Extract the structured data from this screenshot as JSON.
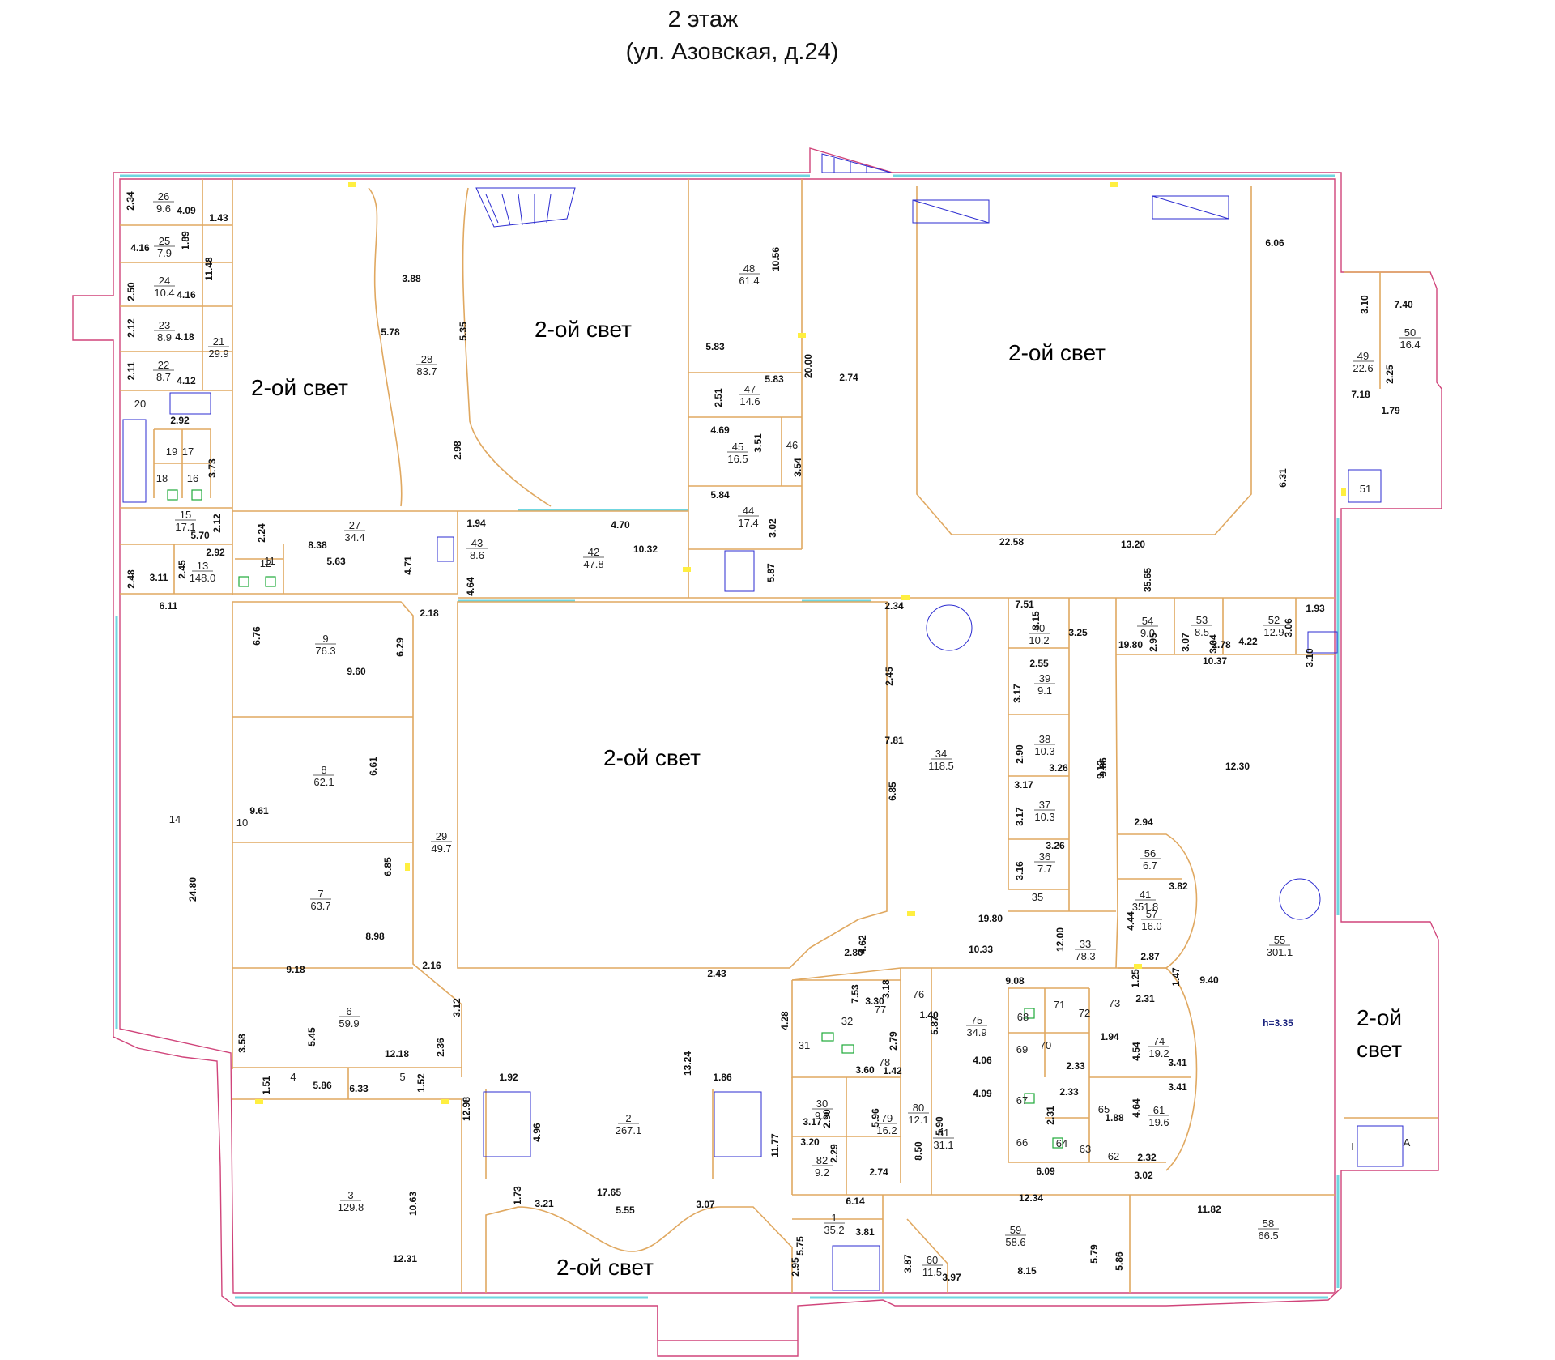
{
  "title": {
    "line1": "2 этаж",
    "line2": "(ул. Азовская, д.24)"
  },
  "double_height_label": "2-ой свет",
  "double_height_label_split": [
    "2-ой",
    "свет"
  ],
  "ceiling_height": "h=3.35",
  "entrance_labels": [
    "I",
    "A"
  ],
  "colors": {
    "walls": "#e0a860",
    "outer_contour": "#d0447a",
    "glazing": "#6fd6e0",
    "stairs": "#2b2bd0",
    "sanitary": "#1faa3a",
    "doors": "#ffef40"
  },
  "rooms": [
    {
      "no": "1",
      "area": "35.2"
    },
    {
      "no": "2",
      "area": "267.1"
    },
    {
      "no": "3",
      "area": "129.8"
    },
    {
      "no": "4",
      "area": ""
    },
    {
      "no": "5",
      "area": ""
    },
    {
      "no": "6",
      "area": "59.9"
    },
    {
      "no": "7",
      "area": "63.7"
    },
    {
      "no": "8",
      "area": "62.1"
    },
    {
      "no": "9",
      "area": "76.3"
    },
    {
      "no": "10",
      "area": ""
    },
    {
      "no": "11",
      "area": ""
    },
    {
      "no": "12",
      "area": ""
    },
    {
      "no": "13",
      "area": "148.0"
    },
    {
      "no": "14",
      "area": ""
    },
    {
      "no": "15",
      "area": "17.1"
    },
    {
      "no": "16",
      "area": ""
    },
    {
      "no": "17",
      "area": ""
    },
    {
      "no": "18",
      "area": ""
    },
    {
      "no": "19",
      "area": ""
    },
    {
      "no": "20",
      "area": ""
    },
    {
      "no": "21",
      "area": "29.9"
    },
    {
      "no": "22",
      "area": "8.7"
    },
    {
      "no": "23",
      "area": "8.9"
    },
    {
      "no": "24",
      "area": "10.4"
    },
    {
      "no": "25",
      "area": "7.9"
    },
    {
      "no": "26",
      "area": "9.6"
    },
    {
      "no": "27",
      "area": "34.4"
    },
    {
      "no": "28",
      "area": "83.7"
    },
    {
      "no": "29",
      "area": "49.7"
    },
    {
      "no": "30",
      "area": "9.2"
    },
    {
      "no": "31",
      "area": ""
    },
    {
      "no": "32",
      "area": ""
    },
    {
      "no": "33",
      "area": "78.3"
    },
    {
      "no": "34",
      "area": "118.5"
    },
    {
      "no": "35",
      "area": ""
    },
    {
      "no": "36",
      "area": "7.7"
    },
    {
      "no": "37",
      "area": "10.3"
    },
    {
      "no": "38",
      "area": "10.3"
    },
    {
      "no": "39",
      "area": "9.1"
    },
    {
      "no": "40",
      "area": "10.2"
    },
    {
      "no": "41",
      "area": "351.8"
    },
    {
      "no": "42",
      "area": "47.8"
    },
    {
      "no": "43",
      "area": "8.6"
    },
    {
      "no": "44",
      "area": "17.4"
    },
    {
      "no": "45",
      "area": "16.5"
    },
    {
      "no": "46",
      "area": ""
    },
    {
      "no": "47",
      "area": "14.6"
    },
    {
      "no": "48",
      "area": "61.4"
    },
    {
      "no": "49",
      "area": "22.6"
    },
    {
      "no": "50",
      "area": "16.4"
    },
    {
      "no": "51",
      "area": ""
    },
    {
      "no": "52",
      "area": "12.9"
    },
    {
      "no": "53",
      "area": "8.5"
    },
    {
      "no": "54",
      "area": "9.0"
    },
    {
      "no": "55",
      "area": "301.1"
    },
    {
      "no": "56",
      "area": "6.7"
    },
    {
      "no": "57",
      "area": "16.0"
    },
    {
      "no": "58",
      "area": "66.5"
    },
    {
      "no": "59",
      "area": "58.6"
    },
    {
      "no": "60",
      "area": "11.5"
    },
    {
      "no": "61",
      "area": "19.6"
    },
    {
      "no": "62",
      "area": ""
    },
    {
      "no": "63",
      "area": ""
    },
    {
      "no": "64",
      "area": ""
    },
    {
      "no": "65",
      "area": ""
    },
    {
      "no": "66",
      "area": ""
    },
    {
      "no": "67",
      "area": ""
    },
    {
      "no": "68",
      "area": ""
    },
    {
      "no": "69",
      "area": ""
    },
    {
      "no": "70",
      "area": ""
    },
    {
      "no": "71",
      "area": ""
    },
    {
      "no": "72",
      "area": ""
    },
    {
      "no": "73",
      "area": ""
    },
    {
      "no": "74",
      "area": "19.2"
    },
    {
      "no": "75",
      "area": "34.9"
    },
    {
      "no": "76",
      "area": ""
    },
    {
      "no": "77",
      "area": ""
    },
    {
      "no": "78",
      "area": ""
    },
    {
      "no": "79",
      "area": "16.2"
    },
    {
      "no": "80",
      "area": "12.1"
    },
    {
      "no": "81",
      "area": "31.1"
    },
    {
      "no": "82",
      "area": "9.2"
    }
  ],
  "dimensions": [
    "2.34",
    "4.09",
    "1.43",
    "4.16",
    "1.89",
    "11.48",
    "2.50",
    "4.16",
    "2.12",
    "4.18",
    "2.11",
    "4.12",
    "2.92",
    "3.73",
    "2.12",
    "5.70",
    "2.92",
    "2.48",
    "3.11",
    "2.45",
    "6.11",
    "24.80",
    "3.58",
    "2.24",
    "8.38",
    "5.63",
    "4.71",
    "2.18",
    "6.76",
    "9.60",
    "6.29",
    "9.61",
    "6.61",
    "6.85",
    "8.98",
    "9.18",
    "2.16",
    "3.12",
    "5.45",
    "12.18",
    "2.36",
    "1.51",
    "5.86",
    "6.33",
    "1.52",
    "12.98",
    "10.63",
    "12.31",
    "3.88",
    "5.78",
    "5.35",
    "2.98",
    "1.94",
    "4.64",
    "4.70",
    "10.32",
    "10.56",
    "5.83",
    "20.00",
    "5.83",
    "2.51",
    "4.69",
    "3.51",
    "3.54",
    "5.84",
    "3.02",
    "5.87",
    "2.74",
    "6.06",
    "6.31",
    "22.58",
    "13.20",
    "35.65",
    "3.10",
    "7.40",
    "2.25",
    "7.18",
    "1.79",
    "2.34",
    "7.51",
    "3.15",
    "3.25",
    "2.55",
    "3.17",
    "2.90",
    "3.26",
    "3.17",
    "3.17",
    "3.26",
    "3.16",
    "2.45",
    "7.81",
    "6.85",
    "9.12",
    "19.80",
    "10.33",
    "12.00",
    "2.80",
    "4.62",
    "2.43",
    "19.80",
    "2.95",
    "3.07",
    "3.04",
    "2.78",
    "4.22",
    "3.06",
    "1.93",
    "10.37",
    "3.10",
    "9.86",
    "12.30",
    "2.94",
    "3.82",
    "4.44",
    "2.87",
    "1.25",
    "1.47",
    "9.40",
    "9.08",
    "2.31",
    "1.94",
    "4.54",
    "3.41",
    "3.41",
    "4.64",
    "2.33",
    "2.31",
    "1.88",
    "2.32",
    "3.02",
    "6.09",
    "2.33",
    "12.34",
    "11.82",
    "5.79",
    "5.86",
    "8.15",
    "7.53",
    "3.30",
    "3.18",
    "1.40",
    "5.87",
    "2.79",
    "4.06",
    "4.09",
    "1.42",
    "5.90",
    "8.50",
    "3.60",
    "4.28",
    "3.17",
    "2.90",
    "5.96",
    "3.20",
    "2.29",
    "2.74",
    "11.77",
    "6.14",
    "5.75",
    "3.81",
    "2.95",
    "3.87",
    "3.97",
    "13.24",
    "1.92",
    "4.96",
    "1.86",
    "1.73",
    "3.21",
    "17.65",
    "5.55",
    "3.07"
  ]
}
